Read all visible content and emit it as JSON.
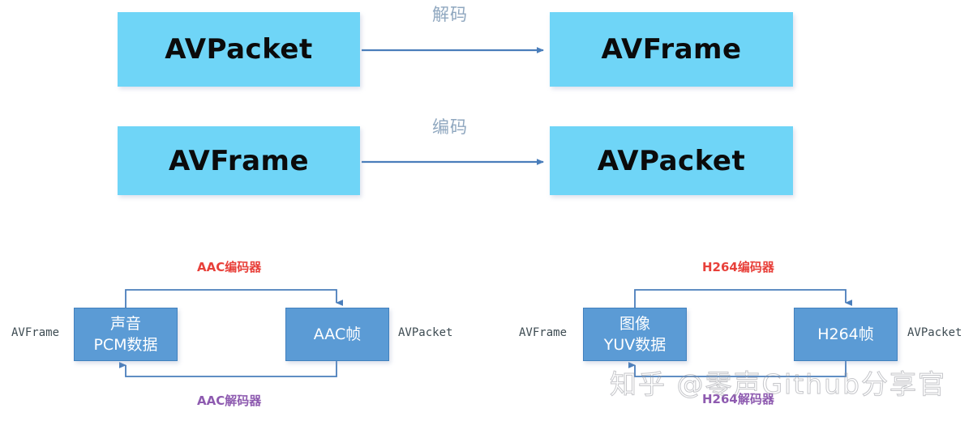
{
  "diagram": {
    "title": "FFmpeg AVPacket / AVFrame codec flow",
    "colors": {
      "cyan_box": "#6FD5F7",
      "blue_box": "#5B9BD5",
      "arrow": "#4A7EBB",
      "flow_label": "#8FA7BF",
      "encoder_label": "#E8403A",
      "decoder_label": "#8E5BB0",
      "side_label": "#3d4b52",
      "background": "#FFFFFF"
    },
    "top_flows": [
      {
        "source": "AVPacket",
        "operation": "解码",
        "target": "AVFrame"
      },
      {
        "source": "AVFrame",
        "operation": "编码",
        "target": "AVPacket"
      }
    ],
    "codec_groups": [
      {
        "id": "audio",
        "encoder_label": "AAC编码器",
        "decoder_label": "AAC解码器",
        "left_side_label": "AVFrame",
        "right_side_label": "AVPacket",
        "left_box_lines": [
          "声音",
          "PCM数据"
        ],
        "right_box_lines": [
          "AAC帧"
        ]
      },
      {
        "id": "video",
        "encoder_label": "H264编码器",
        "decoder_label": "H264解码器",
        "left_side_label": "AVFrame",
        "right_side_label": "AVPacket",
        "left_box_lines": [
          "图像",
          "YUV数据"
        ],
        "right_box_lines": [
          "H264帧"
        ]
      }
    ],
    "watermark": "知乎 @零声Github分享官"
  }
}
